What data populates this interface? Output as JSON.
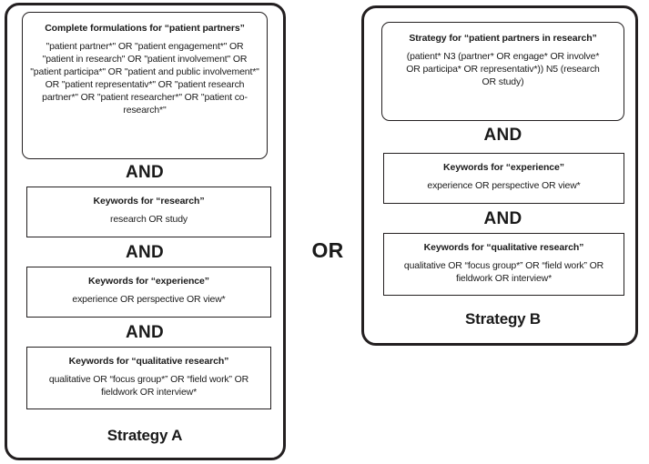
{
  "diagram": {
    "connector_and": "AND",
    "connector_or": "OR",
    "border_color": "#231f20",
    "background_color": "#ffffff"
  },
  "strategy_a": {
    "label": "Strategy A",
    "blocks": [
      {
        "title": "Complete formulations for “patient partners”",
        "body": "\"patient partner*\" OR \"patient engagement*\" OR \"patient in research\" OR \"patient involvement\" OR \"patient participa*\" OR \"patient and public involvement*\" OR \"patient representativ*\" OR \"patient research partner*\" OR \"patient researcher*\" OR \"patient co-research*\""
      },
      {
        "title": "Keywords for “research”",
        "body": "research OR study"
      },
      {
        "title": "Keywords for “experience”",
        "body": "experience OR perspective OR view*"
      },
      {
        "title": "Keywords for “qualitative research”",
        "body": "qualitative OR “focus group*” OR “field work” OR fieldwork OR interview*"
      }
    ],
    "connectors": [
      "AND",
      "AND",
      "AND"
    ]
  },
  "strategy_b": {
    "label": "Strategy B",
    "blocks": [
      {
        "title": "Strategy for “patient partners in research”",
        "body": "(patient* N3 (partner* OR engage* OR involve* OR participa* OR representativ*)) N5 (research OR study)"
      },
      {
        "title": "Keywords for “experience”",
        "body": "experience OR perspective OR view*"
      },
      {
        "title": "Keywords for “qualitative research”",
        "body": "qualitative OR “focus group*” OR “field work” OR fieldwork OR interview*"
      }
    ],
    "connectors": [
      "AND",
      "AND"
    ]
  }
}
